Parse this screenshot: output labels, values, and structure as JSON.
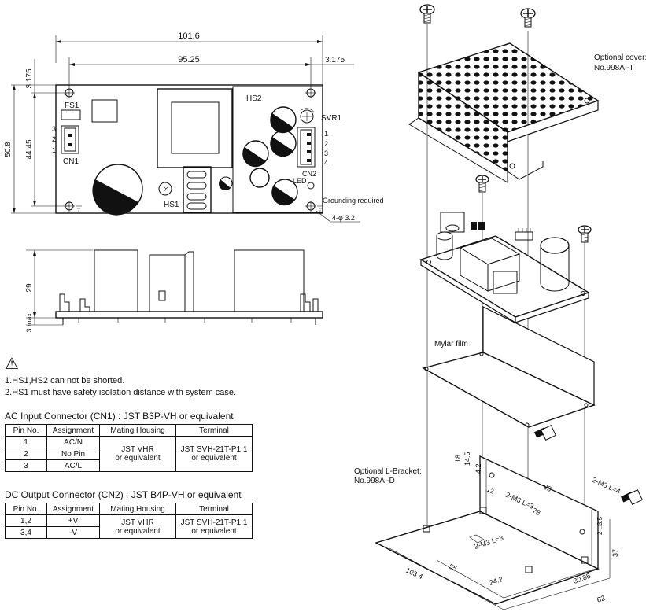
{
  "top_view": {
    "dim_overall": "101.6",
    "dim_holes": "95.25",
    "dim_right_margin": "3.175",
    "dim_top_margin": "3.175",
    "dim_height": "50.8",
    "dim_hole_height": "44.45",
    "label_fs1": "FS1",
    "label_cn1": "CN1",
    "cn1_pins": [
      "3",
      "2",
      "1"
    ],
    "label_hs1": "HS1",
    "label_hs2": "HS2",
    "label_svr1": "SVR1",
    "cn2_pins": [
      "1",
      "2",
      "3",
      "4"
    ],
    "label_cn2": "CN2",
    "label_led": "LED",
    "grounding": "Grounding required",
    "hole_spec": "4-φ 3.2"
  },
  "side_view": {
    "dim_height": "29",
    "dim_bottom": "3 max."
  },
  "notes": {
    "warning_symbol": "⚠",
    "line1": "1.HS1,HS2 can not be shorted.",
    "line2": "2.HS1 must have safety isolation distance with system case."
  },
  "ac_table": {
    "title": "AC Input Connector (CN1) : JST B3P-VH or equivalent",
    "headers": [
      "Pin No.",
      "Assignment",
      "Mating Housing",
      "Terminal"
    ],
    "rows": [
      [
        "1",
        "AC/N"
      ],
      [
        "2",
        "No Pin"
      ],
      [
        "3",
        "AC/L"
      ]
    ],
    "housing": [
      "JST VHR",
      "or equivalent"
    ],
    "terminal": [
      "JST SVH-21T-P1.1",
      "or equivalent"
    ]
  },
  "dc_table": {
    "title": "DC Output Connector (CN2) : JST B4P-VH or equivalent",
    "headers": [
      "Pin No.",
      "Assignment",
      "Mating Housing",
      "Terminal"
    ],
    "rows": [
      [
        "1,2",
        "+V"
      ],
      [
        "3,4",
        "-V"
      ]
    ],
    "housing": [
      "JST VHR",
      "or equivalent"
    ],
    "terminal": [
      "JST SVH-21T-P1.1",
      "or equivalent"
    ]
  },
  "exploded": {
    "cover_label": "Optional cover:",
    "cover_part": "No.998A -T",
    "mylar": "Mylar film",
    "bracket_label": "Optional L-Bracket:",
    "bracket_part": "No.998A -D",
    "screw_note_right": "2-M3 L=4",
    "screw_note_bracket": "2-M3 L=3",
    "screw_note_base": "2-M3 L=3",
    "dim_18": "18",
    "dim_14_5": "14.5",
    "dim_4_2": "4.2",
    "dim_95": "95",
    "dim_78": "78",
    "dim_12": "12",
    "dim_55": "55",
    "dim_103_4": "103.4",
    "dim_24_2": "24.2",
    "dim_30_85": "30.85",
    "dim_62": "62",
    "dim_37": "37",
    "dim_3_5": "2-□3.5"
  }
}
